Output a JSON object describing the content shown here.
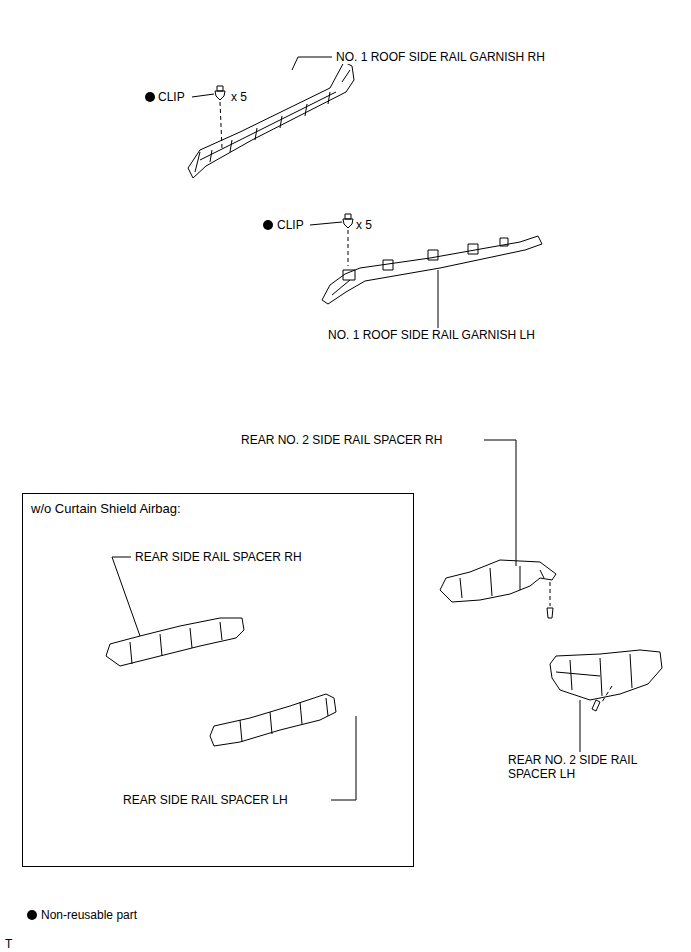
{
  "diagram": {
    "nodes": [
      {
        "text": [
          "w/o Curtain Shield Airbag:"
        ]
      }
    ],
    "labels": [
      "CLIP",
      "x 5",
      "NO. 1 ROOF SIDE RAIL GARNISH RH",
      "CLIP",
      "x 5",
      "NO. 1 ROOF SIDE RAIL GARNISH LH",
      "REAR NO. 2 SIDE RAIL SPACER RH",
      "REAR SIDE RAIL SPACER RH",
      "REAR SIDE RAIL SPACER LH",
      "REAR NO. 2 SIDE RAIL SPACER LH",
      "T"
    ],
    "legend": [
      {
        "text": "Non-reusable part"
      }
    ]
  }
}
